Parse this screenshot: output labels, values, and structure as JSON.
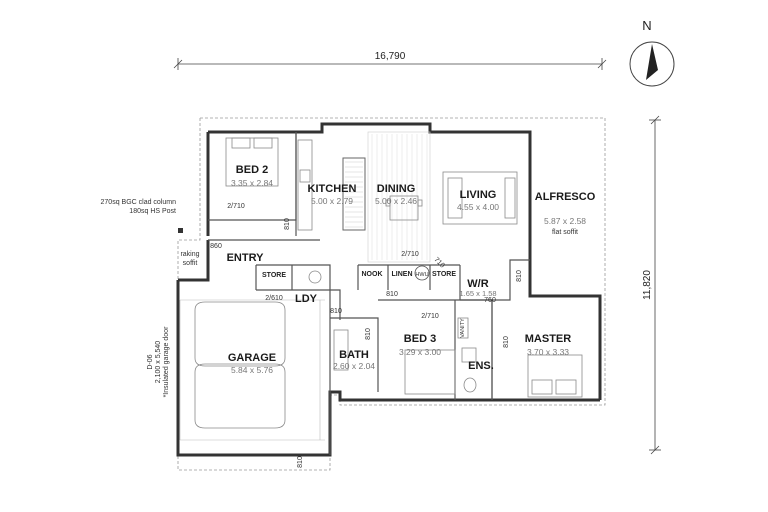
{
  "dimensions": {
    "overall_width": "16,790",
    "overall_depth": "11,820"
  },
  "compass": {
    "north_label": "N"
  },
  "rooms": {
    "bed2": {
      "name": "BED 2",
      "size": "3.35 x 2.84"
    },
    "kitchen": {
      "name": "KITCHEN",
      "size": "5.00 x 2.79"
    },
    "dining": {
      "name": "DINING",
      "size": "5.00 x 2.46"
    },
    "living": {
      "name": "LIVING",
      "size": "4.55 x 4.00"
    },
    "alfresco": {
      "name": "ALFRESCO",
      "size": "5.87 x 2.58",
      "note": "flat soffit"
    },
    "entry": {
      "name": "ENTRY"
    },
    "store1": {
      "name": "STORE"
    },
    "store2": {
      "name": "STORE"
    },
    "nook": {
      "name": "NOOK"
    },
    "linen": {
      "name": "LINEN"
    },
    "wr": {
      "name": "W/R",
      "size": "1.65 x 1.58"
    },
    "ldy": {
      "name": "LDY"
    },
    "garage": {
      "name": "GARAGE",
      "size": "5.84 x 5.76"
    },
    "bath": {
      "name": "BATH",
      "size": "2.60 x 2.04"
    },
    "bed3": {
      "name": "BED 3",
      "size": "3.29 x 3.00"
    },
    "ens": {
      "name": "ENS."
    },
    "master": {
      "name": "MASTER",
      "size": "3.70 x 3.33"
    }
  },
  "annotations": {
    "column_line1": "270sq BGC clad column",
    "column_line2": "180sq HS Post",
    "raking_line1": "raking",
    "raking_line2": "soffit",
    "garage_door_line1": "D-06",
    "garage_door_line2": "2,100 x 5,540",
    "garage_door_line3": "*Insulated garage door",
    "hwu": "HWU",
    "vanity": "VANITY"
  },
  "door_labels": {
    "bed2_door": "2/710",
    "bed2_side": "810",
    "entry_860": "860",
    "ldy_2610": "2/610",
    "ldy_810": "810",
    "bath_810": "810",
    "linen_2710": "2/710",
    "store_710": "710",
    "nook_810": "810",
    "wr_760": "760",
    "bed3_2710": "2/710",
    "ens_810": "810",
    "alfresco_810": "810",
    "garage_810": "810"
  }
}
